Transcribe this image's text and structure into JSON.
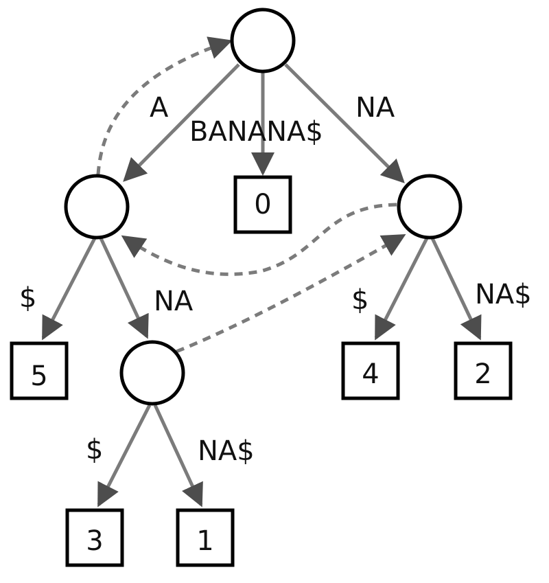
{
  "diagram": {
    "type": "suffix-tree",
    "colors": {
      "edge": "#7b7b7b",
      "arrowhead": "#4d4d4d",
      "outline": "#000000"
    },
    "edges": {
      "root_to_a": "A",
      "root_to_leaf0": "BANANA$",
      "root_to_na": "NA",
      "a_to_leaf5": "$",
      "a_to_ana": "NA",
      "ana_to_leaf3": "$",
      "ana_to_leaf1": "NA$",
      "na_to_leaf4": "$",
      "na_to_leaf2": "NA$"
    },
    "leaves": {
      "leaf0": "0",
      "leaf5": "5",
      "leaf3": "3",
      "leaf1": "1",
      "leaf4": "4",
      "leaf2": "2"
    }
  }
}
